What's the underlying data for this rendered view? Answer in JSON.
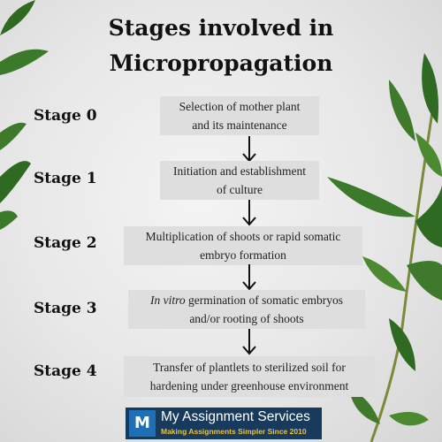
{
  "title": {
    "line1": "Stages involved in",
    "line2": "Micropropagation"
  },
  "stages": [
    {
      "label": "Stage 0",
      "lines": [
        "Selection of mother plant",
        "and its maintenance"
      ]
    },
    {
      "label": "Stage 1",
      "lines": [
        "Initiation and establishment",
        "of culture"
      ]
    },
    {
      "label": "Stage 2",
      "lines": [
        "Multiplication of shoots or rapid somatic",
        "embryo formation"
      ]
    },
    {
      "label": "Stage 3",
      "lines_italic": "In vitro",
      "lines_first_rest": " germination of somatic embryos",
      "lines": [
        "In vitro germination of somatic embryos",
        "and/or rooting of shoots"
      ]
    },
    {
      "label": "Stage 4",
      "lines": [
        "Transfer of plantlets to sterilized soil for",
        "hardening under greenhouse environment"
      ]
    }
  ],
  "footer": {
    "logo_letter": "M",
    "brand": "My Assignment Services",
    "tagline": "Making Assignments Simpler Since 2010"
  },
  "colors": {
    "box": "#dedede",
    "footer": "#183a5c",
    "logo": "#1e6fb5",
    "tagline": "#f1c232",
    "leaf": "#3f7a2c"
  }
}
